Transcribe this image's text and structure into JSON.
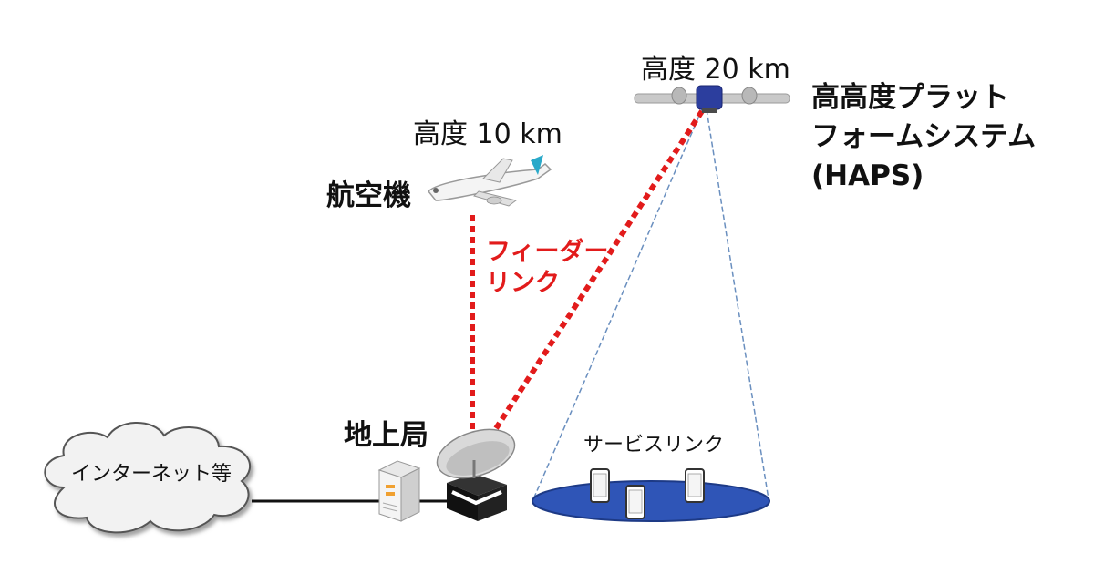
{
  "labels": {
    "haps_altitude": "高度 20 km",
    "haps_name_line1": "高高度プラット",
    "haps_name_line2": "フォームシステム",
    "haps_name_line3": "(HAPS)",
    "aircraft_altitude": "高度 10 km",
    "aircraft_name": "航空機",
    "feeder_link_line1": "フィーダー",
    "feeder_link_line2": "リンク",
    "ground_station": "地上局",
    "service_link": "サービスリンク",
    "internet": "インターネット等"
  },
  "colors": {
    "feeder_link": "#e21b1b",
    "coverage_area": "#2f55b7",
    "coverage_lines": "#6a8fbf",
    "haps_body": "#2c3e9e",
    "cloud_fill": "#f2f2f2"
  },
  "icons": [
    "haps-aircraft-icon",
    "airplane-icon",
    "server-icon",
    "dish-antenna-icon",
    "smartphone-icon",
    "cloud-icon"
  ]
}
